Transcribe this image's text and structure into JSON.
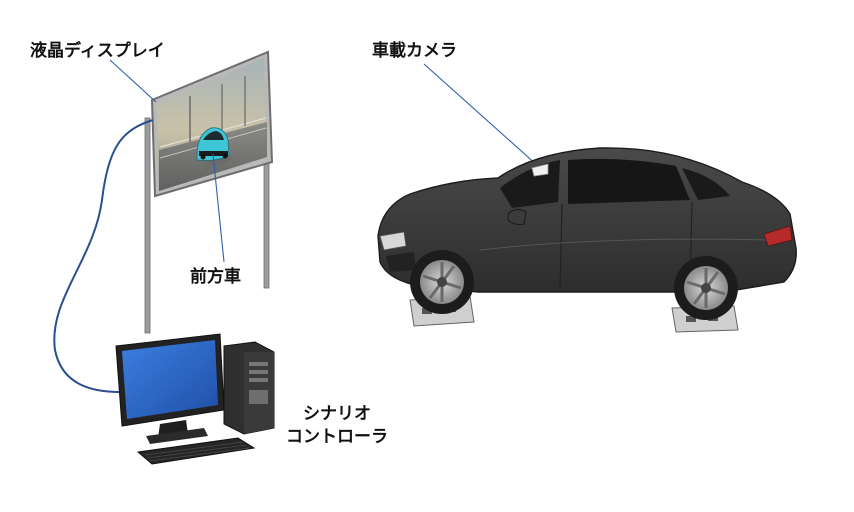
{
  "labels": {
    "lcd_display": "液晶ディスプレイ",
    "vehicle_camera": "車載カメラ",
    "front_vehicle": "前方車",
    "scenario_controller_line1": "シナリオ",
    "scenario_controller_line2": "コントローラ"
  },
  "colors": {
    "leader_line": "#2e5fa8",
    "cable": "#2a4f8f",
    "car_body": "#3d3d3d",
    "monitor_screen": "#2f6fd0",
    "display_frame": "#8a8a8a"
  }
}
